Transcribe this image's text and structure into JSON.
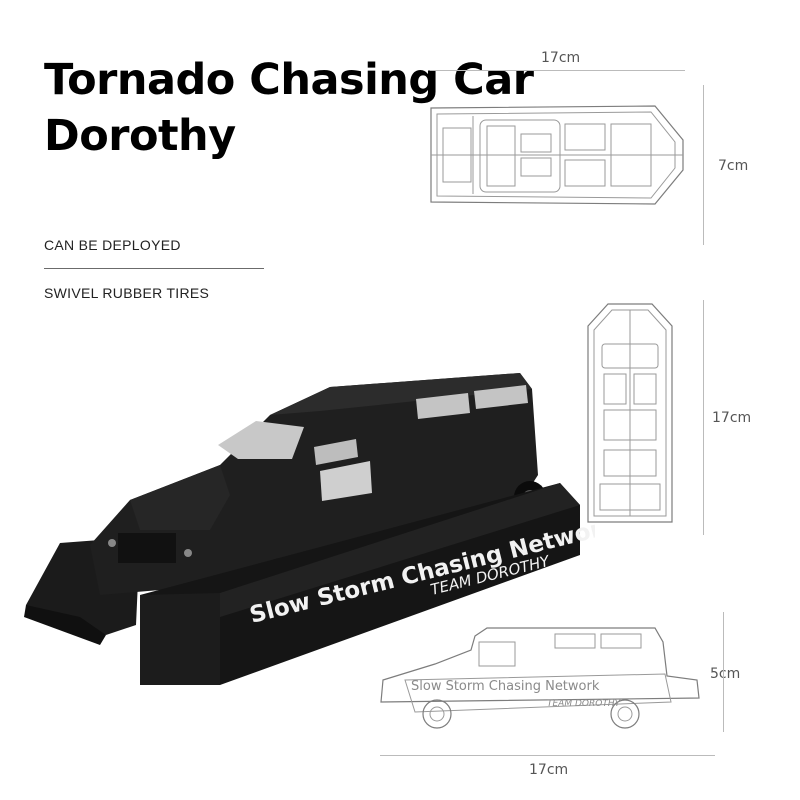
{
  "title": {
    "line1": "Tornado Chasing Car",
    "line2": "Dorothy"
  },
  "features": [
    "CAN BE DEPLOYED",
    "SWIVEL RUBBER TIRES"
  ],
  "dimensions": {
    "top_width": "17cm",
    "top_height": "7cm",
    "plan_height": "17cm",
    "side_height": "5cm",
    "side_width": "17cm"
  },
  "decals": {
    "main": "Slow Storm Chasing Network",
    "sub": "TEAM DOROTHY"
  },
  "icons": {
    "product": "armored-car-model-photo",
    "top_view": "car-top-view-drawing",
    "plan_view": "car-plan-view-drawing",
    "side_view": "car-side-view-drawing"
  }
}
